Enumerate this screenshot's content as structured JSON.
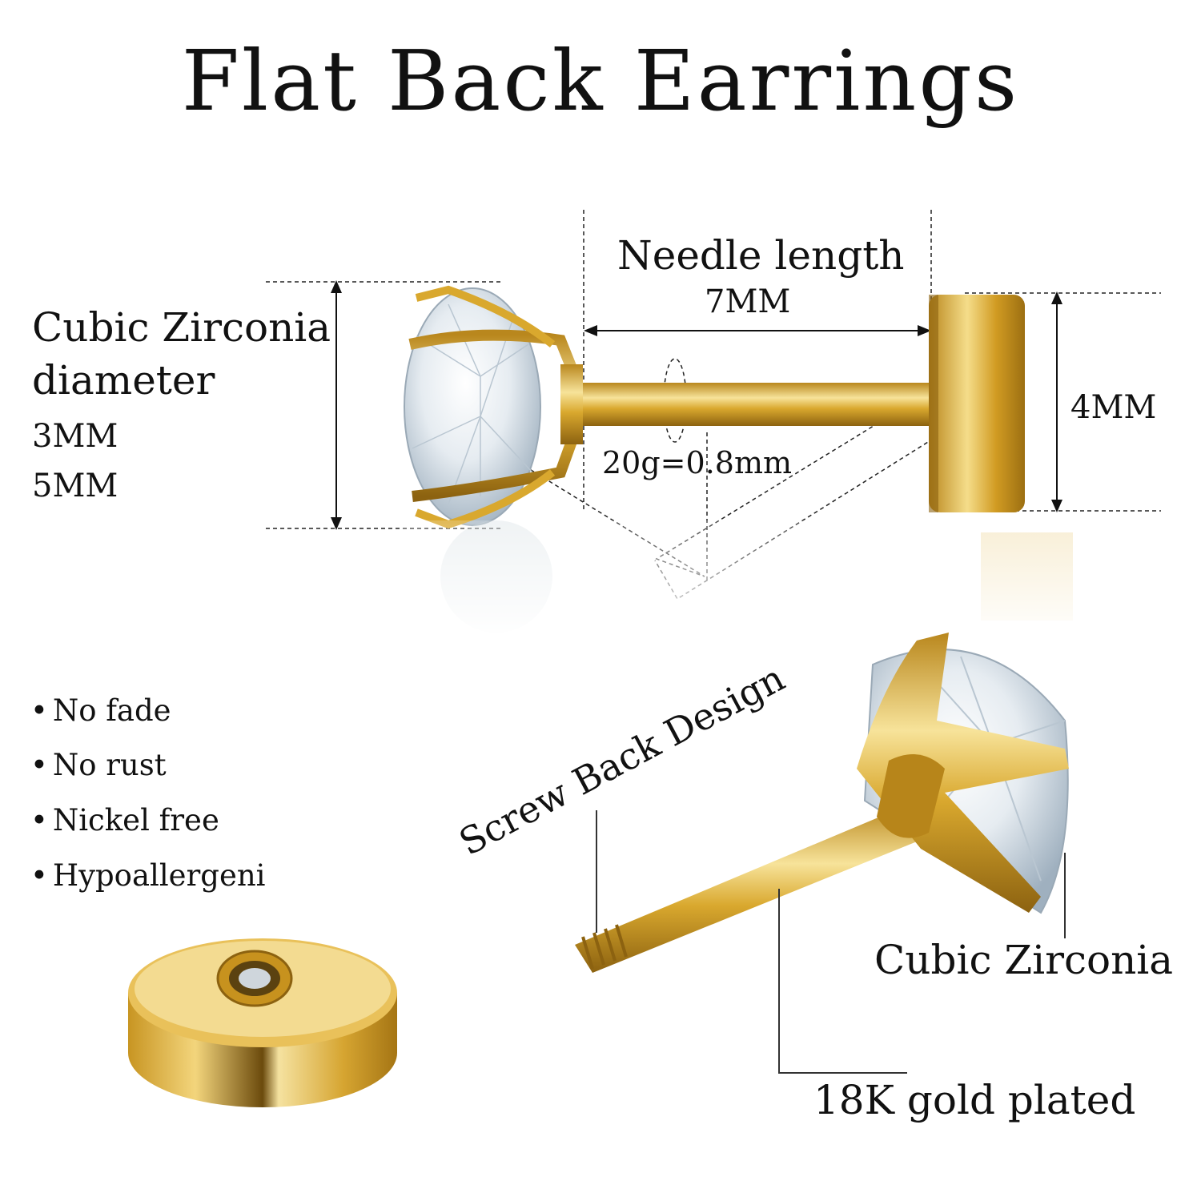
{
  "title": "Flat Back Earrings",
  "dimensions": {
    "stone_label_line1": "Cubic Zirconia",
    "stone_label_line2": "diameter",
    "stone_size_small": "3MM",
    "stone_size_large": "5MM",
    "needle_label": "Needle length",
    "needle_value": "7MM",
    "back_height": "4MM",
    "gauge": "20g=0.8mm"
  },
  "features": [
    "No fade",
    "No rust",
    "Nickel free",
    "Hypoallergeni"
  ],
  "callouts": {
    "screw": "Screw Back Design",
    "stone": "Cubic Zirconia",
    "plating": "18K gold plated"
  },
  "colors": {
    "gold": "#d9a82e",
    "gold_light": "#f5dd8a",
    "gold_dark": "#9c6f12",
    "stone": "#e9eef2",
    "guide": "#222222"
  }
}
